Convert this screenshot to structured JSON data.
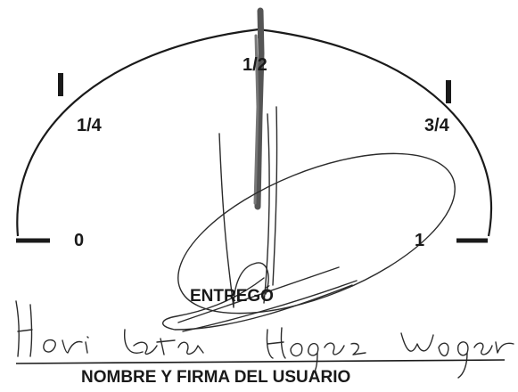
{
  "gauge": {
    "labels": {
      "empty": "0",
      "quarter": "1/4",
      "half": "1/2",
      "three_quarters": "3/4",
      "full": "1"
    },
    "needle_level_fraction": 0.5
  },
  "form": {
    "delivered_label": "ENTREGÓ",
    "signature_caption": "NOMBRE Y FIRMA DEL USUARIO"
  },
  "colors": {
    "ink": "#1a1a1a",
    "needle": "#555555",
    "signature": "#2b2b2b"
  },
  "icons": {
    "signature": "handwritten-signature"
  }
}
